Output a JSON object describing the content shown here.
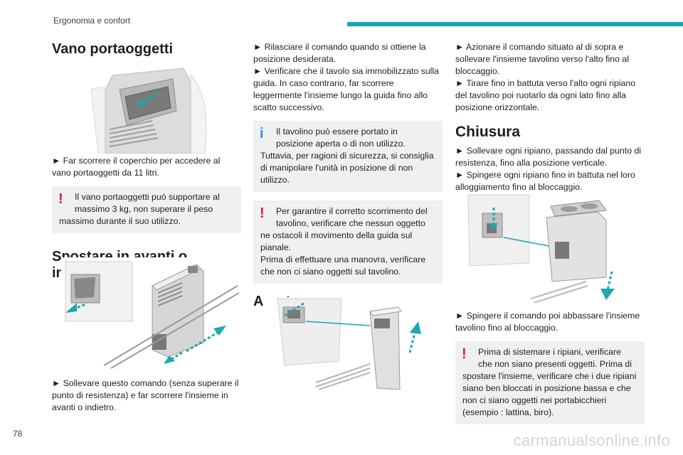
{
  "header": {
    "title": "Ergonomia e confort",
    "accent": "#12a6b3"
  },
  "page_number": "78",
  "watermark": "carmanualsonline.info",
  "col1": {
    "h_storage": "Vano portaoggetti",
    "p_storage": "► Far scorrere il coperchio per accedere al vano portaoggetti da 11 litri.",
    "warn1_first": "Il vano portaoggetti può supportare al massimo 3 kg, non superare il peso",
    "warn1_rest": "massimo durante il suo utilizzo.",
    "h_move": "Spostare in avanti o indietro",
    "p_move": "► Sollevare questo comando (senza superare il punto di resistenza) e far scorrere l'insieme in avanti o indietro."
  },
  "col2": {
    "p_release": "► Rilasciare il comando quando si ottiene la posizione desiderata.",
    "p_check": "► Verificare che il tavolo sia immobilizzato sulla guida. In caso contrario, far scorrere leggermente l'insieme lungo la guida fino allo scatto successivo.",
    "info_first": "Il tavolino può essere portato in posizione aperta o di non utilizzo.",
    "info_rest": "Tuttavia, per ragioni di sicurezza, si consiglia di manipolare l'unità in posizione di non utilizzo.",
    "warn_first": "Per garantire il corretto scorrimento del tavolino, verificare che nessun oggetto",
    "warn_rest1": "ne ostacoli il movimento della guida sul pianale.",
    "warn_rest2": "Prima di effettuare una manovra, verificare che non ci siano oggetti sul tavolino.",
    "h_open": "Apertura"
  },
  "col3": {
    "p_activate": "► Azionare il comando situato al di sopra e sollevare l'insieme tavolino verso l'alto fino al bloccaggio.",
    "p_pull": "► Tirare fino in battuta verso l'alto ogni ripiano del tavolino poi ruotarlo da ogni lato fino alla posizione orizzontale.",
    "h_close": "Chiusura",
    "p_lift": "► Sollevare ogni ripiano, passando dal punto di resistenza, fino alla posizione verticale.",
    "p_push": "► Spingere ogni ripiano fino in battuta nel loro alloggiamento fino al bloccaggio.",
    "p_lower": "► Spingere il comando poi abbassare l'insieme tavolino fino al bloccaggio.",
    "warn_first": "Prima di sistemare i ripiani, verificare che non siano presenti oggetti. Prima di",
    "warn_rest": "spostare l'insieme, verificare che i due ripiani siano ben bloccati in posizione bassa e che non ci siano oggetti nei portabicchieri (esempio : lattina, biro)."
  },
  "icons": {
    "warning": "!",
    "info": "i"
  },
  "colors": {
    "warning": "#e3192b",
    "info": "#3c87e0",
    "arrow": "#1fa7b0",
    "note_bg": "#eef0f2"
  }
}
